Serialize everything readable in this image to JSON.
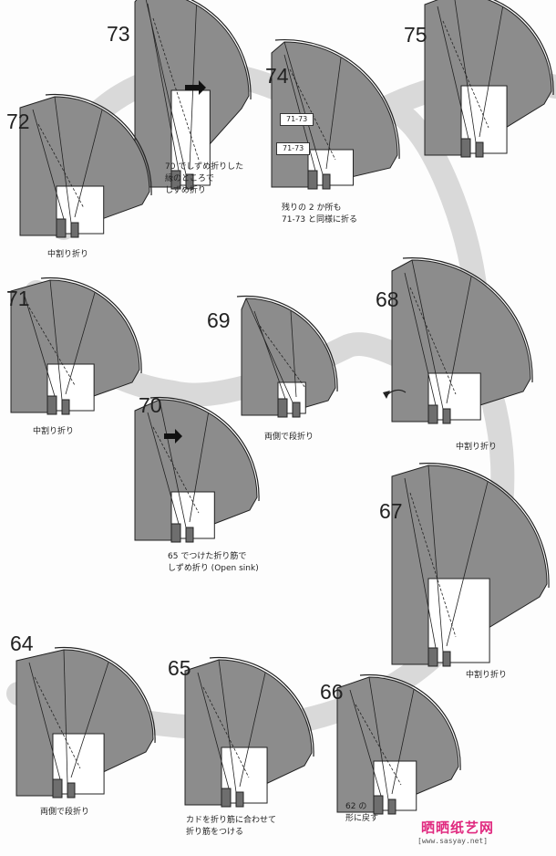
{
  "steps": [
    {
      "id": "73"
    },
    {
      "id": "74"
    },
    {
      "id": "75"
    },
    {
      "id": "72"
    },
    {
      "id": "71"
    },
    {
      "id": "69"
    },
    {
      "id": "68"
    },
    {
      "id": "70"
    },
    {
      "id": "67"
    },
    {
      "id": "64"
    },
    {
      "id": "65"
    },
    {
      "id": "66"
    }
  ],
  "captions": {
    "s73": "70 でしずめ折りした\n縁のところで\nしずめ折り",
    "s74": "残りの 2 か所も\n71-73 と同様に折る",
    "s72": "中割り折り",
    "s71": "中割り折り",
    "s69": "両側で段折り",
    "s68": "中割り折り",
    "s70": "65 でつけた折り筋で\nしずめ折り (Open sink)",
    "s67": "中割り折り",
    "s64": "両側で段折り",
    "s65": "カドを折り筋に合わせて\n折り筋をつける",
    "s66": "62 の\n形に戻す"
  },
  "tags": [
    "71-73",
    "71-73"
  ],
  "watermark": {
    "text": "晒晒纸艺网",
    "url": "[www.sasyay.net]",
    "color": "#e0297f"
  },
  "colors": {
    "paper": "#8c8c8c",
    "paper_dark": "#6e6e6e",
    "band": "#d9d9d9",
    "line": "#222222"
  }
}
